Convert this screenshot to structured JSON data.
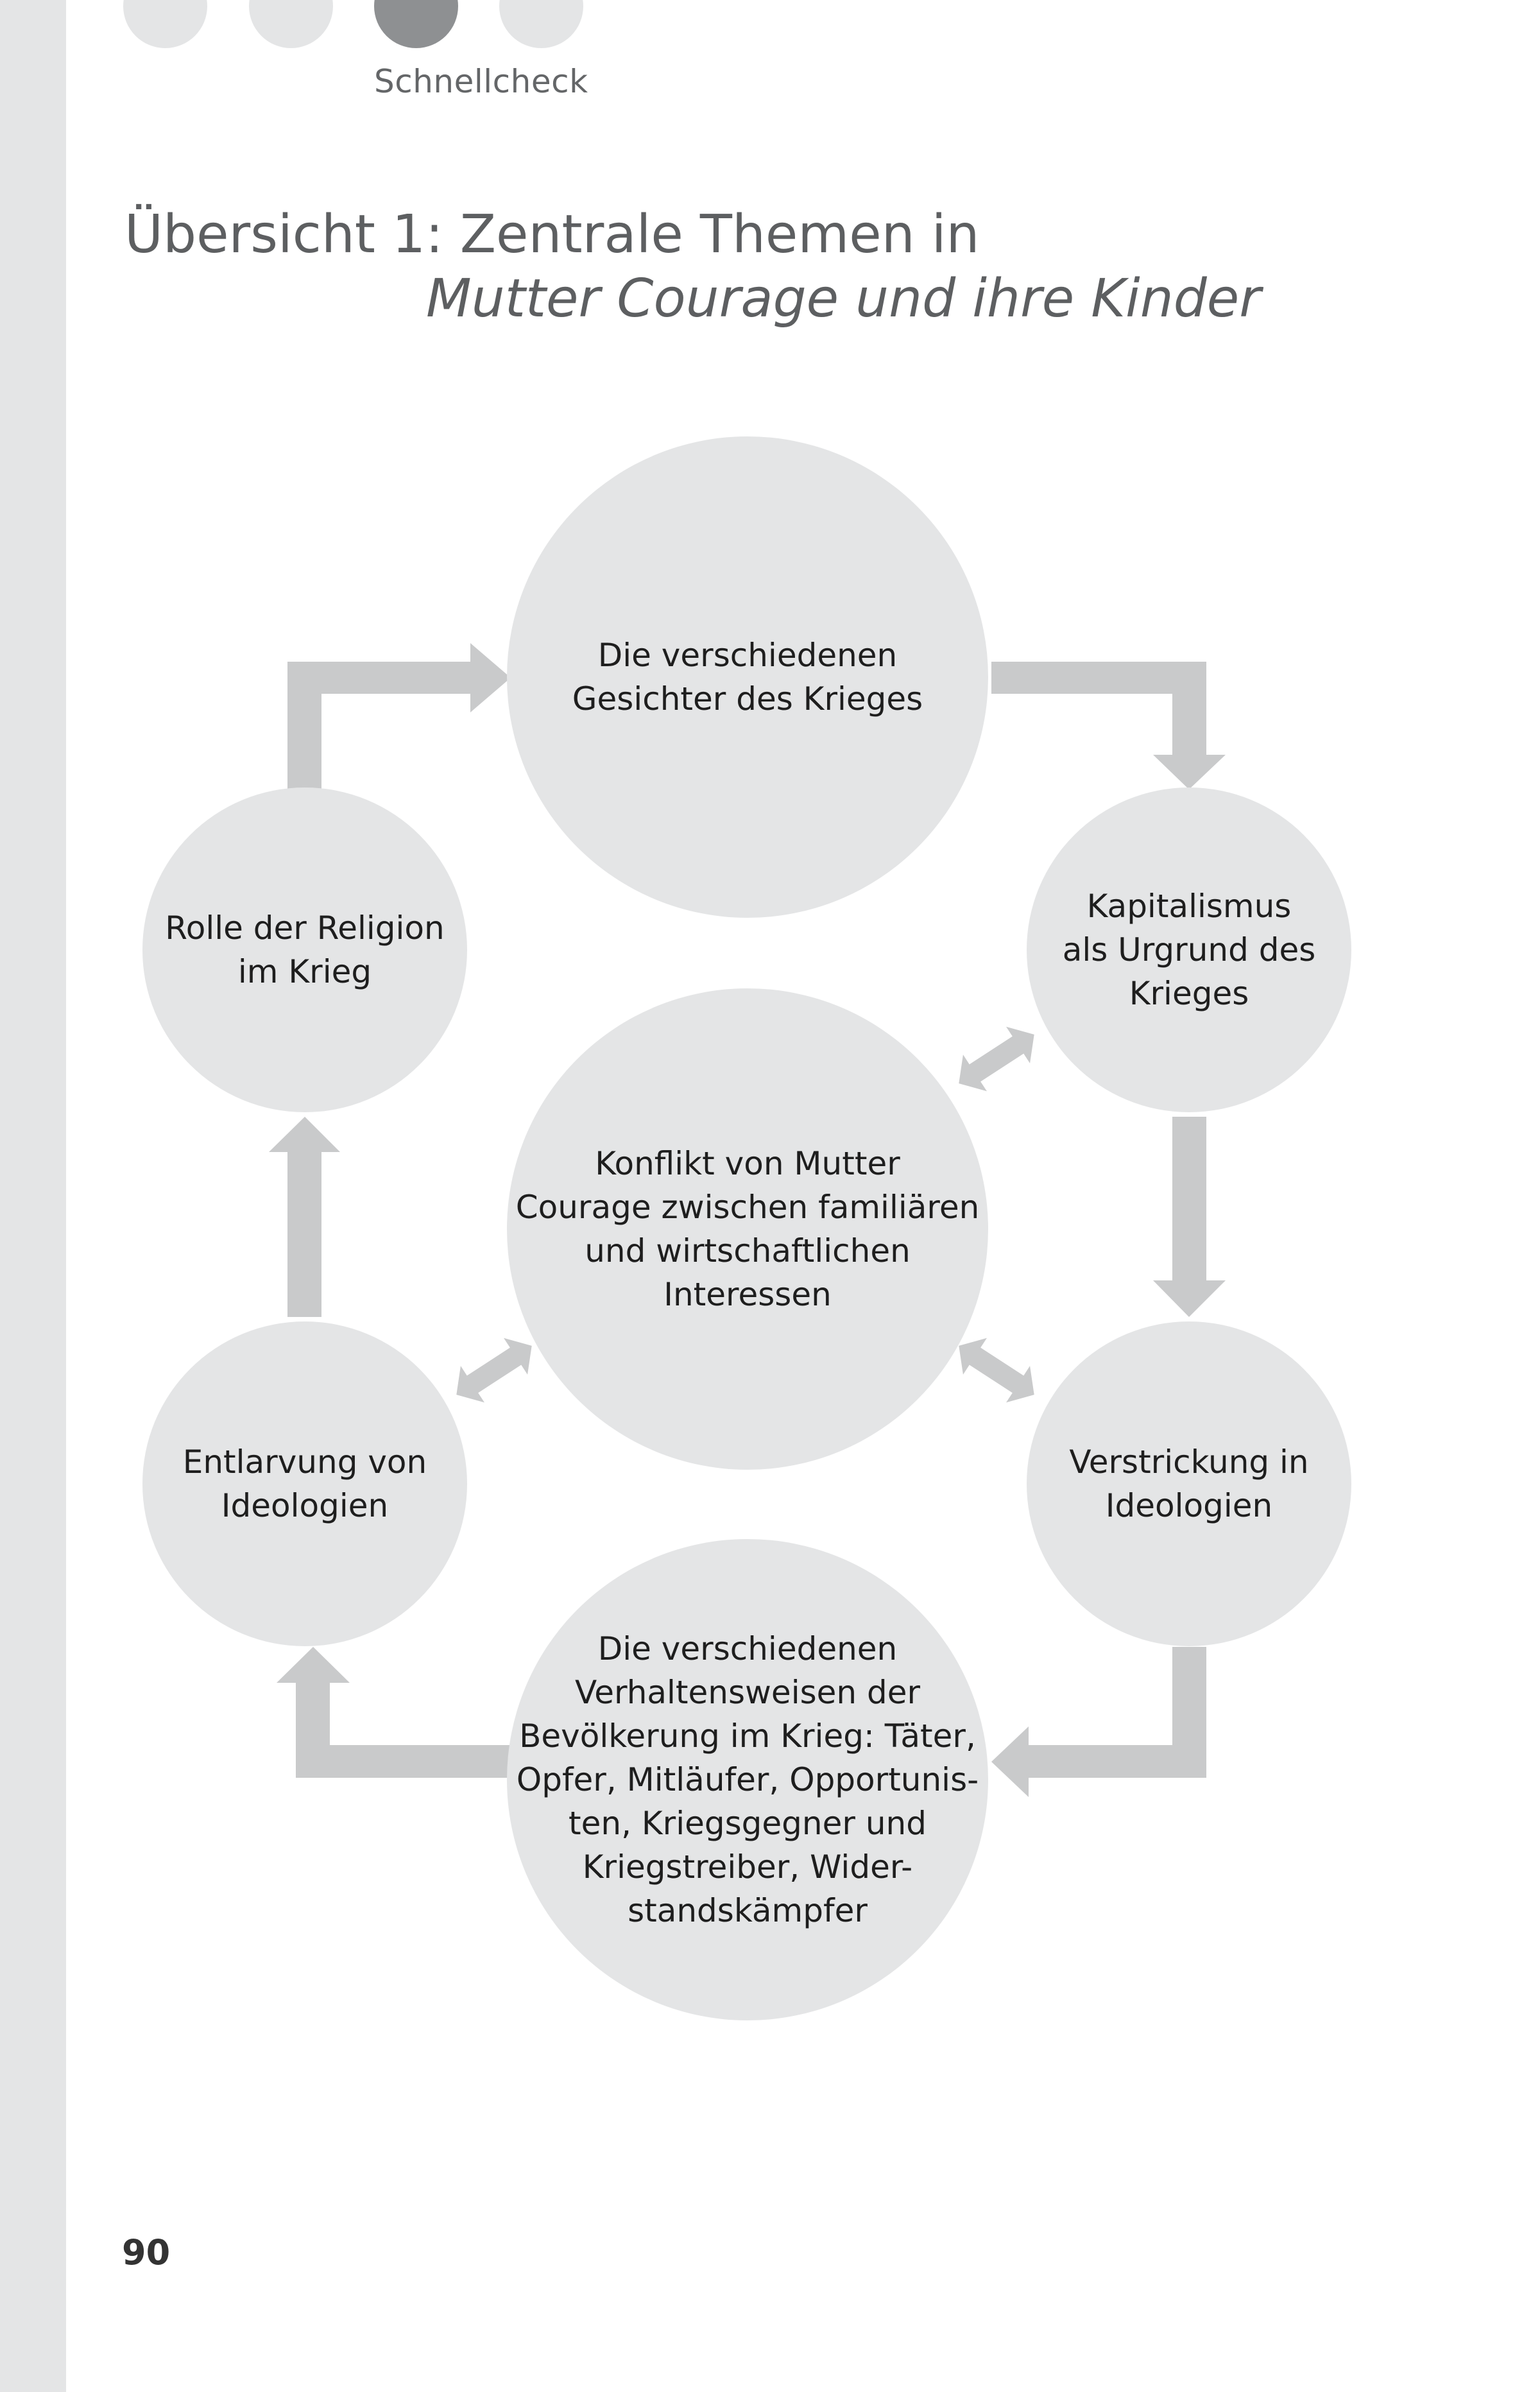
{
  "header": {
    "nav_dots": [
      "inactive",
      "inactive",
      "active",
      "inactive"
    ],
    "section_label": "Schnellcheck"
  },
  "title": {
    "line1": "Übersicht 1: Zentrale Themen in",
    "line2": "Mutter Courage und ihre Kinder"
  },
  "diagram": {
    "colors": {
      "circle": "#e4e5e6",
      "arrow": "#c9cacb",
      "nav_active": "#8e9092"
    },
    "nodes": {
      "top": "Die verschiedenen\nGesichter des Krieges",
      "upper_right": "Kapitalismus\nals Urgrund des\nKrieges",
      "lower_right": "Verstrickung in\nIdeologien",
      "bottom": "Die verschiedenen\nVerhaltensweisen der\nBevölkerung im Krieg: Täter,\nOpfer, Mitläufer, Opportunis-\nten, Kriegsgegner und\nKriegstreiber, Wider-\nstandskämpfer",
      "lower_left": "Entlarvung von\nIdeologien",
      "upper_left": "Rolle der Religion\nim Krieg",
      "center": "Konflikt von Mutter\nCourage zwischen familiären\nund wirtschaftlichen\nInteressen"
    }
  },
  "footer": {
    "page_number": "90"
  }
}
